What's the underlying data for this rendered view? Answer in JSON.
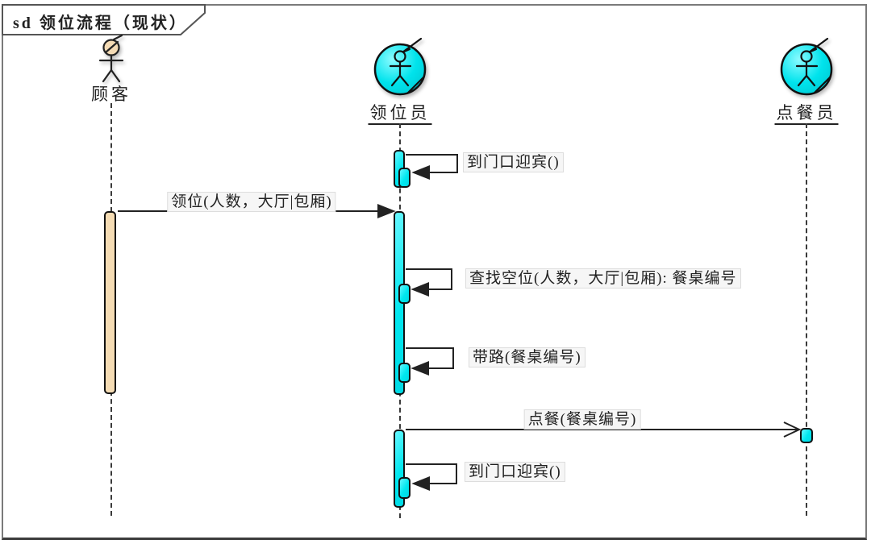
{
  "frame": {
    "title": "sd 领位流程（现状）"
  },
  "lifelines": [
    {
      "id": "customer",
      "name": "顾客",
      "type": "human-actor"
    },
    {
      "id": "usher",
      "name": "领位员",
      "type": "business-worker"
    },
    {
      "id": "order-taker",
      "name": "点餐员",
      "type": "business-worker"
    }
  ],
  "messages": [
    {
      "label": "到门口迎宾()",
      "type": "self",
      "from": "usher",
      "to": "usher"
    },
    {
      "label": "领位(人数，大厅|包厢)",
      "type": "sync",
      "from": "customer",
      "to": "usher"
    },
    {
      "label": "查找空位(人数，大厅|包厢): 餐桌编号",
      "type": "self",
      "from": "usher",
      "to": "usher"
    },
    {
      "label": "带路(餐桌编号)",
      "type": "self",
      "from": "usher",
      "to": "usher"
    },
    {
      "label": "点餐(餐桌编号)",
      "type": "async",
      "from": "usher",
      "to": "order-taker"
    },
    {
      "label": "到门口迎宾()",
      "type": "self",
      "from": "usher",
      "to": "usher"
    }
  ],
  "colors": {
    "activation_cyan": "#00e7ef",
    "activation_tan": "#f5dcb4",
    "line": "#222222",
    "frame_border": "#7a7a7a",
    "label_background": "#f6f6f6"
  }
}
